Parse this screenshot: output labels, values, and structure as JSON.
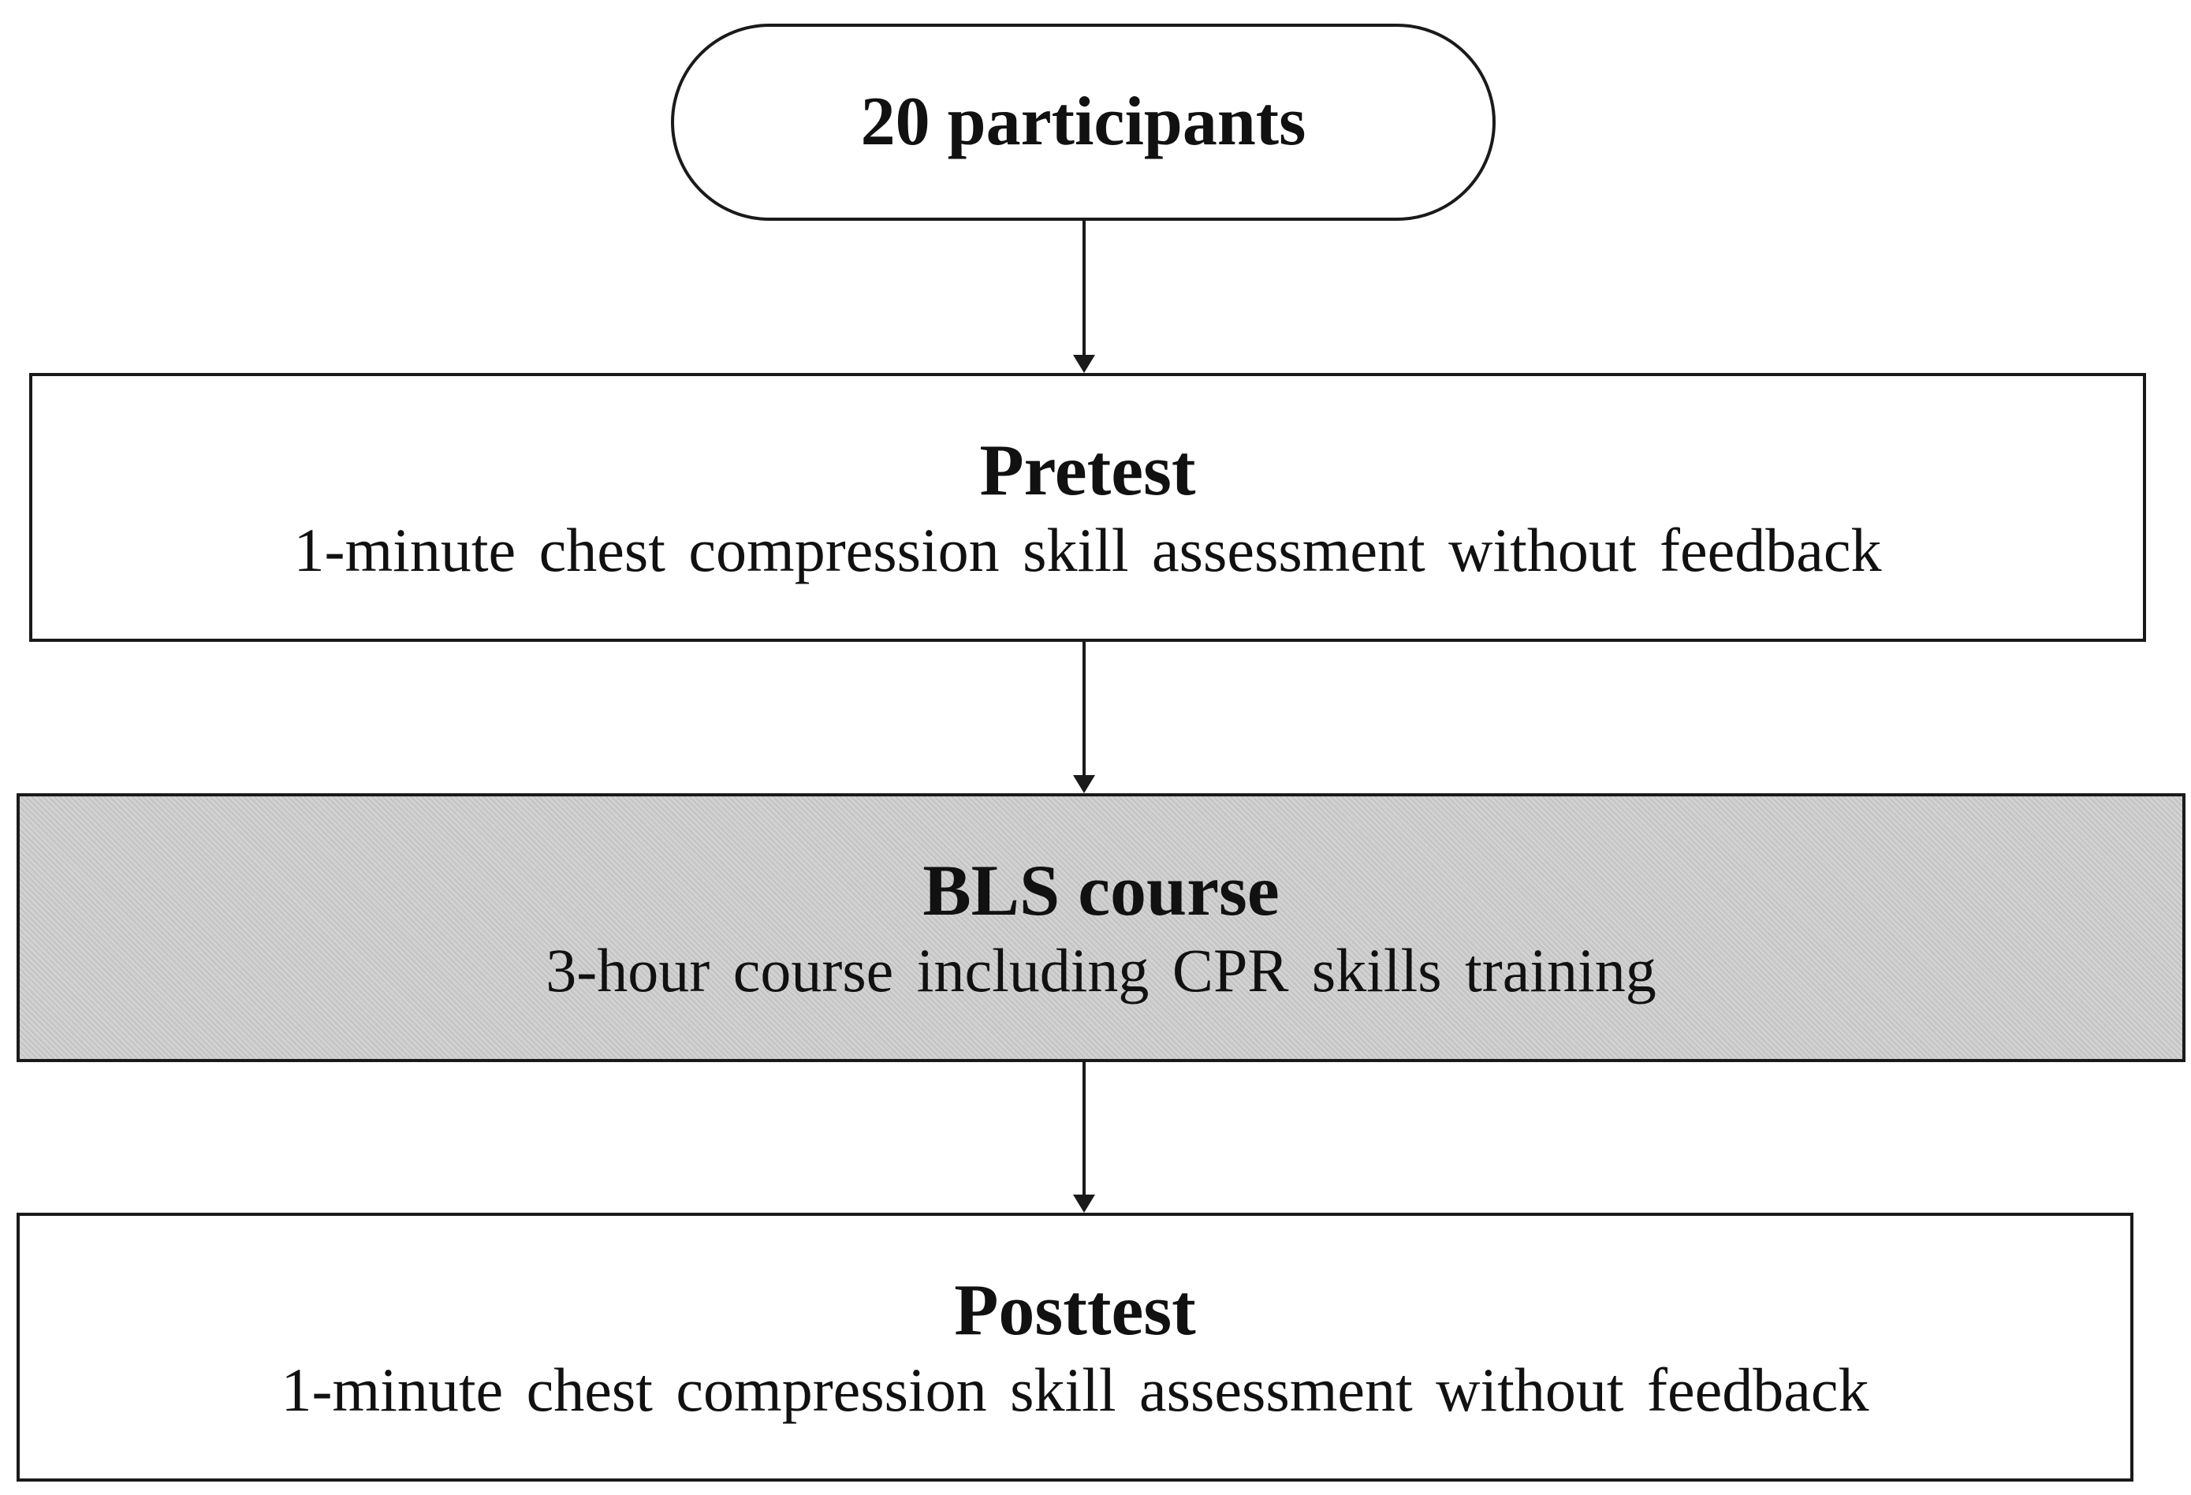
{
  "diagram": {
    "start": {
      "label": "20 participants"
    },
    "steps": [
      {
        "title": "Pretest",
        "description": "1-minute chest compression skill assessment without feedback"
      },
      {
        "title": "BLS course",
        "description": "3-hour course including CPR skills training"
      },
      {
        "title": "Posttest",
        "description": "1-minute chest compression skill assessment without feedback"
      }
    ]
  },
  "colors": {
    "stroke": "#1a1a1a",
    "highlight_fill": "#d2d2d2",
    "box_fill": "#ffffff"
  }
}
